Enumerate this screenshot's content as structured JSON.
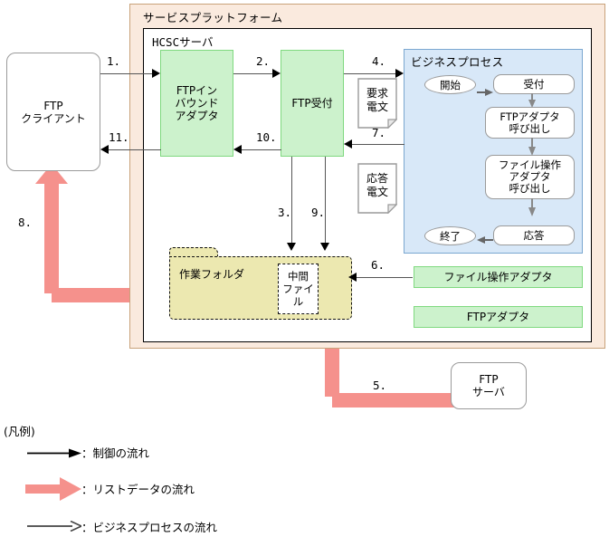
{
  "diagram": {
    "platform": {
      "title": "サービスプラットフォーム"
    },
    "hcsc": {
      "title": "HCSCサーバ"
    },
    "business_process": {
      "title": "ビジネスプロセス",
      "start": "開始",
      "end": "終了",
      "steps": [
        {
          "label": "受付"
        },
        {
          "label": "FTPアダプタ\n呼び出し",
          "line1": "FTPアダプタ",
          "line2": "呼び出し"
        },
        {
          "label": "ファイル操作\nアダプタ\n呼び出し",
          "line1": "ファイル操作",
          "line2": "アダプタ",
          "line3": "呼び出し"
        },
        {
          "label": "応答"
        }
      ]
    },
    "nodes": {
      "ftp_client": {
        "line1": "FTP",
        "line2": "クライアント"
      },
      "ftp_inbound_adapter": {
        "line1": "FTPイン",
        "line2": "バウンド",
        "line3": "アダプタ"
      },
      "ftp_reception": {
        "label": "FTP受付"
      },
      "ftp_server": {
        "line1": "FTP",
        "line2": "サーバ"
      },
      "file_operation_adapter": {
        "label": "ファイル操作アダプタ"
      },
      "ftp_adapter": {
        "label": "FTPアダプタ"
      },
      "work_folder": {
        "label": "作業フォルダ"
      },
      "intermediate_file": {
        "line1": "中間",
        "line2": "ファイ",
        "line3": "ル"
      }
    },
    "documents": {
      "request_message": {
        "line1": "要求",
        "line2": "電文"
      },
      "response_message": {
        "line1": "応答",
        "line2": "電文"
      }
    },
    "steps": {
      "s1": "1.",
      "s2": "2.",
      "s3": "3.",
      "s4": "4.",
      "s5": "5.",
      "s6": "6.",
      "s7": "7.",
      "s8": "8.",
      "s9": "9.",
      "s10": "10.",
      "s11": "11."
    },
    "legend": {
      "title": "(凡例)",
      "items": [
        {
          "text": "：制御の流れ"
        },
        {
          "text": "：リストデータの流れ"
        },
        {
          "text": "：ビジネスプロセスの流れ"
        }
      ]
    },
    "colors": {
      "platform_bg": "#faeade",
      "platform_border": "#c8a27a",
      "bp_bg": "#d8e8f8",
      "bp_border": "#7aa7d0",
      "green_bg": "#ccf2cc",
      "green_border": "#7fd97f",
      "folder_bg": "#ece8b0",
      "pink_flow": "#f5918c",
      "control_line": "#555555"
    }
  }
}
